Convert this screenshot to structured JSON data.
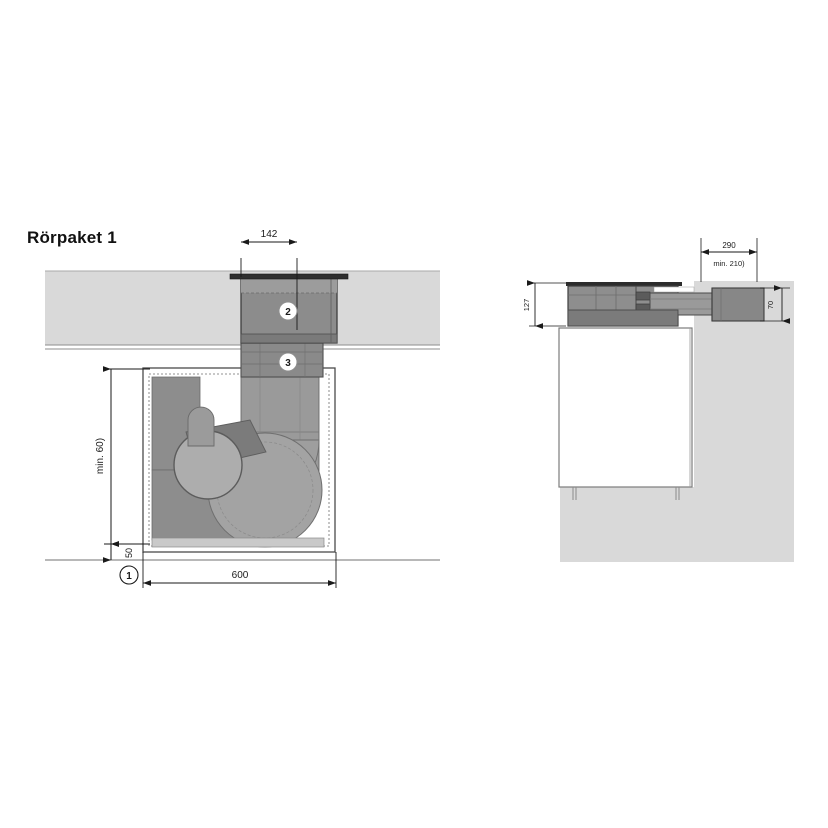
{
  "drawing": {
    "title": "Rörpaket 1",
    "background_color": "#ffffff",
    "line_color": "#1a1a1a",
    "slab_fill": "#d9d9d9",
    "slab_stroke": "#9a9a9a",
    "body_fill_dark": "#7d7d7d",
    "body_fill_mid": "#949494",
    "body_fill_light": "#a8a8a8",
    "body_fill_pale": "#b8b8b8",
    "callout_circle_fill": "#ffffff"
  },
  "left_view": {
    "name": "section-view-front",
    "dimensions": {
      "top_width": {
        "label": "142",
        "orientation": "horizontal",
        "position": "top"
      },
      "left_height": {
        "label": "min. 60)",
        "orientation": "vertical-rotated",
        "position": "left"
      },
      "lower_left_height": {
        "label": "50",
        "orientation": "vertical-rotated",
        "position": "left-bottom"
      },
      "bottom_width": {
        "label": "600",
        "orientation": "horizontal",
        "position": "bottom"
      }
    },
    "callouts": [
      {
        "id": "callout-1",
        "label": "1"
      },
      {
        "id": "callout-2",
        "label": "2"
      },
      {
        "id": "callout-3",
        "label": "3"
      }
    ]
  },
  "right_view": {
    "name": "section-view-side",
    "dimensions": {
      "top_width": {
        "label": "290",
        "orientation": "horizontal",
        "position": "top"
      },
      "top_width_min": {
        "label": "min. 210)",
        "orientation": "horizontal",
        "position": "top-inner"
      },
      "left_height": {
        "label": "127",
        "orientation": "vertical-rotated",
        "position": "left"
      },
      "right_height": {
        "label": "70",
        "orientation": "vertical-rotated",
        "position": "right"
      }
    }
  }
}
